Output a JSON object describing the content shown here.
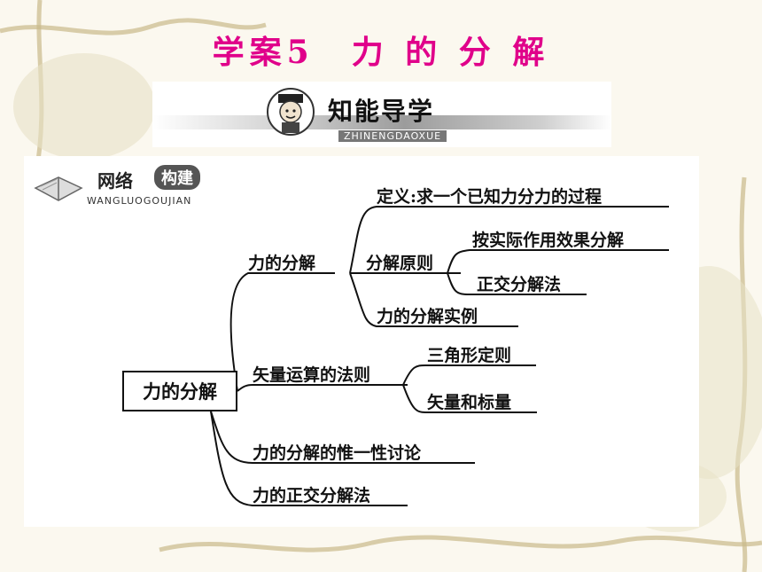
{
  "title": "学案5　力 的 分 解",
  "banner": {
    "heading": "知能导学",
    "subheading": "ZHINENGDAOXUE",
    "mascot_icon": "student-mascot-icon"
  },
  "section": {
    "label_part1": "网络",
    "label_part2": "构建",
    "pinyin": "WANGLUOGOUJIAN",
    "icon": "open-book-icon"
  },
  "mindmap": {
    "root": "力的分解",
    "branches": [
      {
        "label": "力的分解",
        "children": [
          {
            "label": "定义:求一个已知力分力的过程"
          },
          {
            "label": "分解原则",
            "children": [
              "按实际作用效果分解",
              "正交分解法"
            ]
          },
          {
            "label": "力的分解实例"
          }
        ]
      },
      {
        "label": "矢量运算的法则",
        "children": [
          "三角形定则",
          "矢量和标量"
        ]
      },
      {
        "label": "力的分解的惟一性讨论"
      },
      {
        "label": "力的正交分解法"
      }
    ]
  },
  "colors": {
    "title": "#e0008a",
    "text": "#111111",
    "background": "#fbf8ef"
  }
}
